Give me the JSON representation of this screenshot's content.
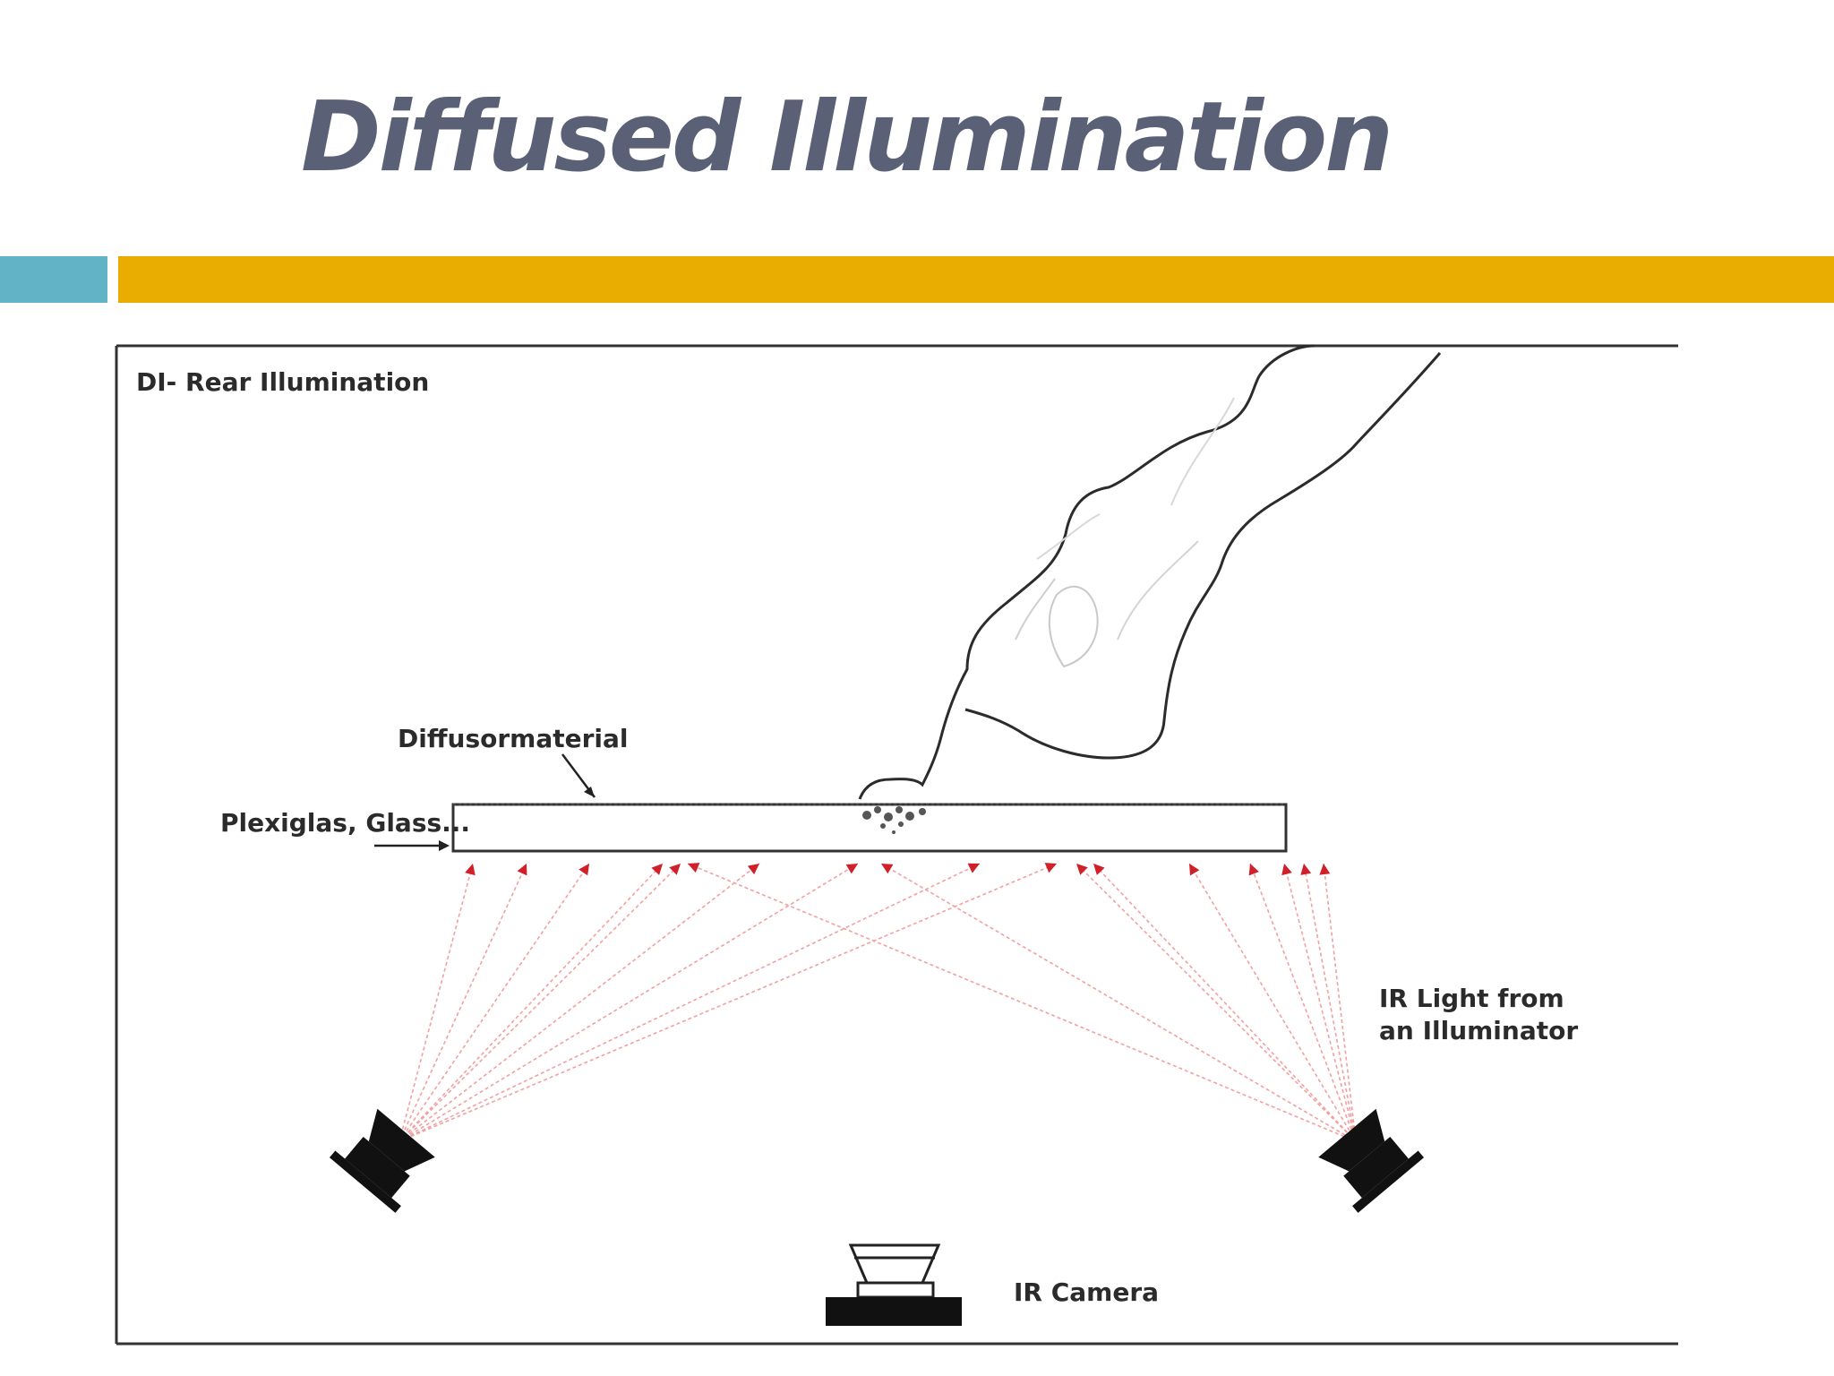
{
  "slide": {
    "title": "Diffused Illumination",
    "accent_teal": "#62b3c6",
    "accent_gold": "#e9ac00",
    "title_color": "#5a6076"
  },
  "diagram": {
    "caption": "DI- Rear Illumination",
    "labels": {
      "diffuser": "Diffusormaterial",
      "glass": "Plexiglas, Glass...",
      "ir_light_line1": "IR Light from",
      "ir_light_line2": "an Illuminator",
      "camera": "IR Camera"
    },
    "ray_color": "#f2a0a0",
    "arrow_color": "#d0202a"
  }
}
